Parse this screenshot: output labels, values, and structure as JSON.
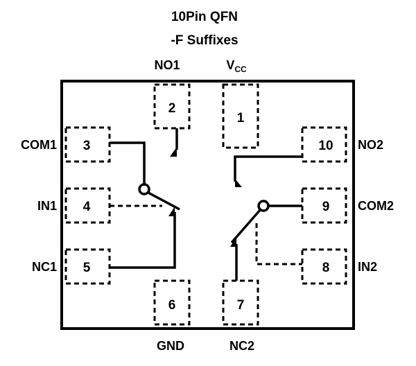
{
  "title": {
    "line1": "10Pin QFN",
    "line2": "-F Suffixes"
  },
  "pins": {
    "p1": {
      "number": "1",
      "name_main": "V",
      "name_sub": "CC"
    },
    "p2": {
      "number": "2",
      "name": "NO1"
    },
    "p3": {
      "number": "3",
      "name": "COM1"
    },
    "p4": {
      "number": "4",
      "name": "IN1"
    },
    "p5": {
      "number": "5",
      "name": "NC1"
    },
    "p6": {
      "number": "6",
      "name": "GND"
    },
    "p7": {
      "number": "7",
      "name": "NC2"
    },
    "p8": {
      "number": "8",
      "name": "IN2"
    },
    "p9": {
      "number": "9",
      "name": "COM2"
    },
    "p10": {
      "number": "10",
      "name": "NO2"
    }
  },
  "colors": {
    "line": "#000000",
    "background": "#ffffff"
  }
}
